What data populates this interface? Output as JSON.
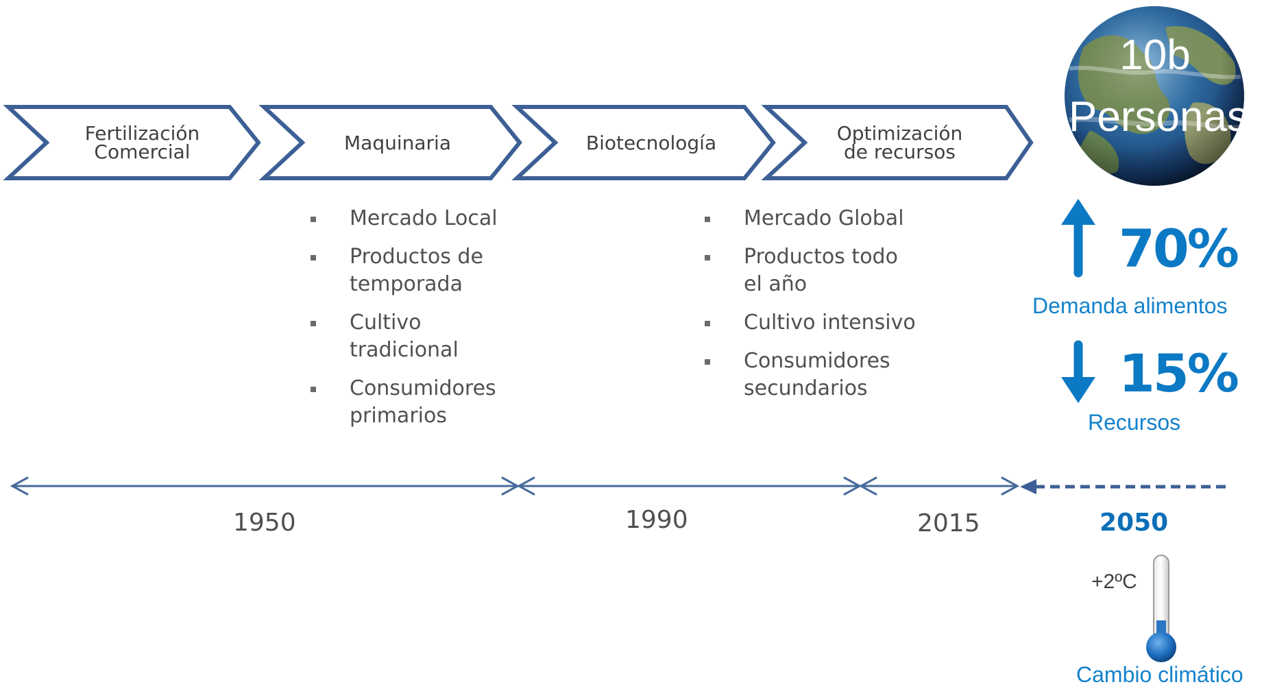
{
  "stages": [
    {
      "label": "Fertilización\nComercial"
    },
    {
      "label": "Maquinaria"
    },
    {
      "label": "Biotecnología"
    },
    {
      "label": "Optimización\nde recursos"
    }
  ],
  "lists": {
    "local": [
      "Mercado Local",
      "Productos de temporada",
      "Cultivo tradicional",
      "Consumidores primarios"
    ],
    "global": [
      "Mercado Global",
      "Productos todo el año",
      "Cultivo intensivo",
      "Consumidores secundarios"
    ]
  },
  "timeline": {
    "years": [
      "1950",
      "1990",
      "2015"
    ],
    "future_year": "2050"
  },
  "future": {
    "globe_line1": "10b",
    "globe_line2": "Personas",
    "demand_pct": "70%",
    "demand_label": "Demanda alimentos",
    "resources_pct": "15%",
    "resources_label": "Recursos",
    "temperature": "+2ºC",
    "climate_label": "Cambio climático"
  },
  "colors": {
    "chevron_stroke": "#3c5f95",
    "timeline": "#46699b",
    "accent_blue": "#0c79c4"
  }
}
